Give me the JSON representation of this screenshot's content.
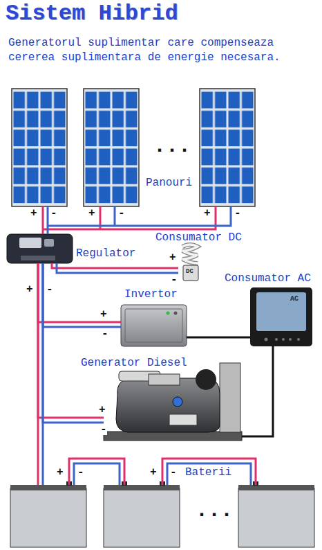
{
  "diagram": {
    "title": "Sistem Hibrid",
    "caption": "Generatorul suplimentar care compenseaza cererea suplimentara de energie necesara.",
    "nodes": [
      {
        "text": [
          "Panouri"
        ]
      },
      {
        "text": [
          "Regulator"
        ]
      },
      {
        "text": [
          "Consumator DC",
          "DC"
        ]
      },
      {
        "text": [
          "Invertor"
        ]
      },
      {
        "text": [
          "Consumator AC",
          "AC"
        ]
      },
      {
        "text": [
          "Generator Diesel"
        ]
      },
      {
        "text": [
          "Baterii"
        ]
      }
    ],
    "edges": [
      {
        "from": 0,
        "to": 1,
        "arrow": "none"
      },
      {
        "from": 1,
        "to": 2,
        "arrow": "none"
      },
      {
        "from": 1,
        "to": 3,
        "arrow": "none"
      },
      {
        "from": 1,
        "to": 5,
        "arrow": "none"
      },
      {
        "from": 1,
        "to": 6,
        "arrow": "none"
      },
      {
        "from": 3,
        "to": 4,
        "arrow": "none"
      },
      {
        "from": 5,
        "to": 4,
        "arrow": "none"
      }
    ],
    "labels": [
      "...",
      "+",
      "-",
      "+",
      "-",
      "+",
      "-",
      "+",
      "-",
      "+",
      "-",
      "+",
      "-",
      "+",
      "-",
      "+",
      "-",
      "+",
      "-",
      "..."
    ]
  }
}
